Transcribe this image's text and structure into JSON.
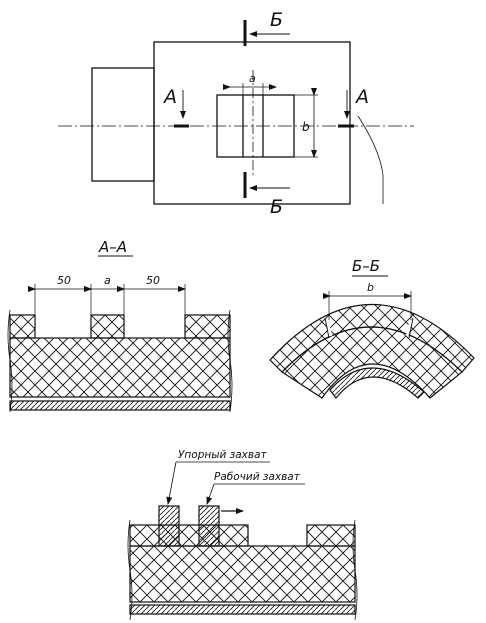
{
  "top_view": {
    "section_a_left": "А",
    "section_a_right": "А",
    "section_b_top": "Б",
    "section_b_bottom": "Б",
    "dim_a": "a",
    "dim_b": "b"
  },
  "section_aa": {
    "title": "А–А",
    "dim_left": "50",
    "dim_mid": "a",
    "dim_right": "50"
  },
  "section_bb": {
    "title": "Б–Б",
    "dim": "b"
  },
  "grip": {
    "stop_grip_label": "Упорный захват",
    "work_grip_label": "Рабочий захват"
  }
}
